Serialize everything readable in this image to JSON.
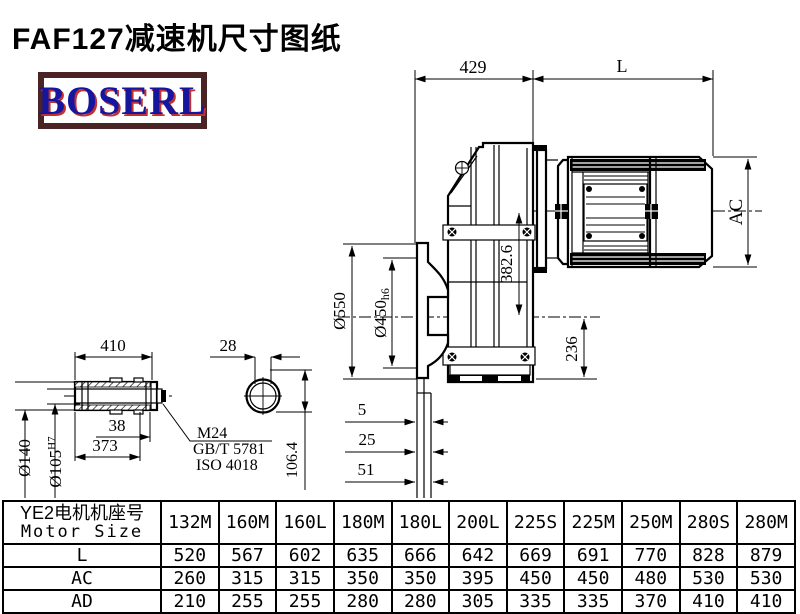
{
  "title": "FAF127减速机尺寸图纸",
  "logo": {
    "text": "BOSERL"
  },
  "colors": {
    "line": "#000000",
    "logo_text": "#16159e",
    "logo_shadow": "#c03030",
    "logo_border": "#4a2424",
    "background": "#ffffff"
  },
  "drawing": {
    "top": {
      "width_left": "429",
      "width_right": "L"
    },
    "motor": {
      "diameter_label": "AC"
    },
    "vertical": {
      "axis_offset": "382.6",
      "flange_diameter": "Ø550",
      "spigot_diameter": "Ø450",
      "spigot_tolerance": "h6",
      "below_axis": "236"
    },
    "face_offsets": {
      "a": "5",
      "b": "25",
      "c": "51"
    },
    "shaft": {
      "length": "410",
      "section_width": "28",
      "outer_diameter": "Ø140",
      "bore_diameter": "Ø105",
      "bore_tolerance": "H7",
      "key_length": "38",
      "body_length": "373",
      "thread": "M24",
      "standard_1": "GB/T 5781",
      "standard_2": "ISO 4018",
      "section_height": "106.4"
    }
  },
  "table": {
    "header_cn": "YE2电机机座号",
    "header_en": "Motor Size",
    "columns": [
      "132M",
      "160M",
      "160L",
      "180M",
      "180L",
      "200L",
      "225S",
      "225M",
      "250M",
      "280S",
      "280M"
    ],
    "rows": [
      {
        "label": "L",
        "values": [
          "520",
          "567",
          "602",
          "635",
          "666",
          "642",
          "669",
          "691",
          "770",
          "828",
          "879"
        ]
      },
      {
        "label": "AC",
        "values": [
          "260",
          "315",
          "315",
          "350",
          "350",
          "395",
          "450",
          "450",
          "480",
          "530",
          "530"
        ]
      },
      {
        "label": "AD",
        "values": [
          "210",
          "255",
          "255",
          "280",
          "280",
          "305",
          "335",
          "335",
          "370",
          "410",
          "410"
        ]
      }
    ]
  }
}
